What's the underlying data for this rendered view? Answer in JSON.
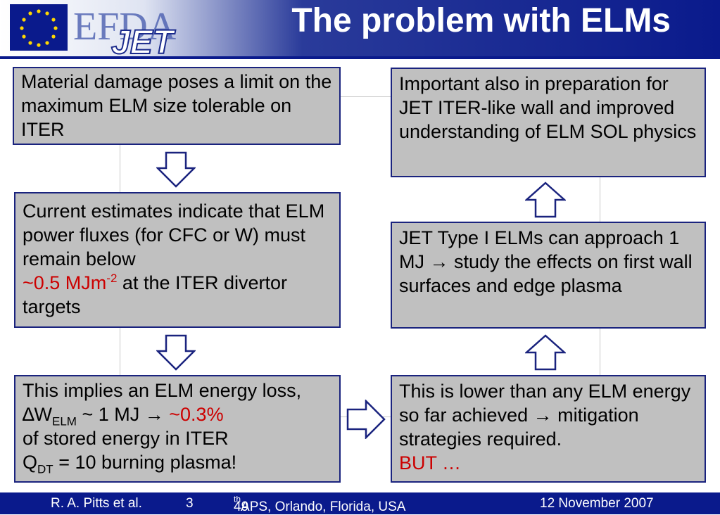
{
  "header": {
    "title": "The problem with ELMs",
    "logo_text_efda": "EFDA",
    "logo_text_jet": "JET",
    "colors": {
      "navy": "#0a1a8c",
      "box_border": "#1a237e",
      "box_fill": "#c0c0c0",
      "highlight": "#cc0000"
    }
  },
  "boxes": {
    "material": {
      "text": "Material damage poses a limit on the maximum ELM size tolerable on ITER"
    },
    "estimates": {
      "text1": "Current estimates indicate that ELM power fluxes (for CFC or W) must remain below",
      "highlight": "~0.5 MJm",
      "highlight_sup": "-2",
      "text2": " at the ITER divertor targets"
    },
    "implies": {
      "t1": "This implies an ELM energy loss, ",
      "delta_w": "∆W",
      "sub_elm": "ELM",
      "t2": " ~ 1 MJ ",
      "arrow": "→",
      "highlight": " ~0.3%",
      "t3": "of stored energy in ITER",
      "q": "Q",
      "sub_dt": "DT",
      "t4": " = 10 burning plasma!"
    },
    "important": {
      "text": "Important also in preparation for JET ITER-like wall and improved understanding of ELM SOL physics"
    },
    "jet_type": {
      "t1": "JET Type I ELMs can approach 1 MJ ",
      "arrow": "→",
      "t2": " study the effects on first wall surfaces and edge plasma"
    },
    "lower": {
      "t1": "This is lower than any ELM energy so far achieved ",
      "arrow": "→",
      "t2": " mitigation strategies required.",
      "but": "BUT …"
    }
  },
  "footer": {
    "author": "R. A. Pitts et al.",
    "page": "3",
    "conf_num": "49",
    "conf_sup": "th",
    "conf_rest": " APS, Orlando, Florida, USA",
    "date": "12 November 2007"
  }
}
